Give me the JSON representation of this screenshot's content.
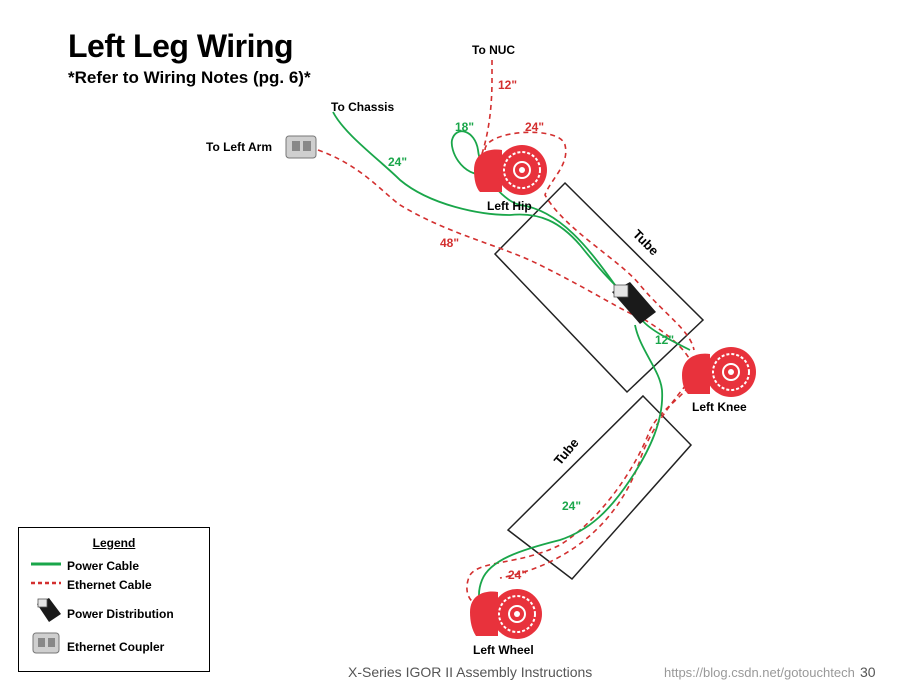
{
  "header": {
    "title": "Left Leg Wiring",
    "subtitle": "*Refer to Wiring Notes (pg. 6)*"
  },
  "labels": {
    "to_nuc": "To NUC",
    "to_chassis": "To Chassis",
    "to_left_arm": "To Left Arm",
    "left_hip": "Left Hip",
    "left_knee": "Left Knee",
    "left_wheel": "Left Wheel",
    "tube_upper": "Tube",
    "tube_lower": "Tube"
  },
  "cable_lengths": {
    "nuc_eth": "12\"",
    "hip_power": "18\"",
    "hip_eth": "24\"",
    "chassis_power": "24\"",
    "arm_eth": "48\"",
    "knee_power": "12\"",
    "wheel_power": "24\"",
    "wheel_eth": "24\""
  },
  "legend": {
    "title": "Legend",
    "power_cable": "Power Cable",
    "ethernet_cable": "Ethernet Cable",
    "power_distribution": "Power Distribution",
    "ethernet_coupler": "Ethernet Coupler"
  },
  "colors": {
    "power": "#1aa64a",
    "ethernet": "#d32f2f",
    "motor": "#e8323c"
  },
  "footer": {
    "text": "X-Series IGOR II Assembly Instructions",
    "watermark": "https://blog.csdn.net/gotouchtech",
    "page": "30"
  }
}
